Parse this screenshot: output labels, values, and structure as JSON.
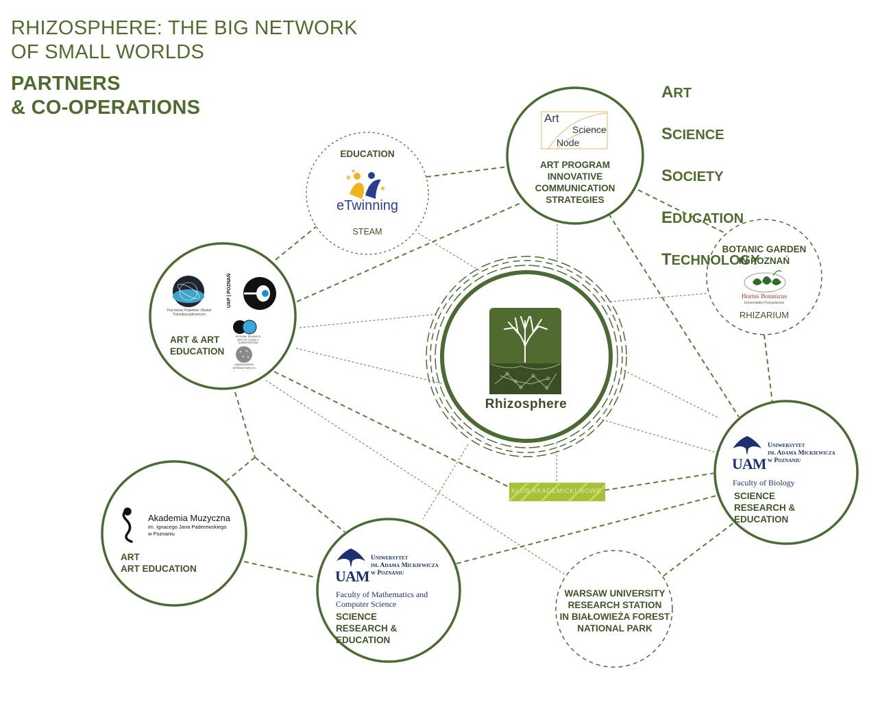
{
  "title": "RHIZOSPHERE: THE BIG NETWORK\nOF SMALL WORLDS",
  "subtitle": "PARTNERS\n& CO-OPERATIONS",
  "pillars": [
    {
      "first": "A",
      "rest": "RT"
    },
    {
      "first": "S",
      "rest": "CIENCE"
    },
    {
      "first": "S",
      "rest": "OCIETY"
    },
    {
      "first": "E",
      "rest": "DUCATION"
    },
    {
      "first": "T",
      "rest": "ECHNOLOGY"
    }
  ],
  "colors": {
    "primary": "#4f6b2f",
    "circle": "#4b6a34",
    "dashed": "#5c7a3e",
    "uam_blue": "#1d3170"
  },
  "nodes": {
    "center": {
      "logo_text": "Rhizosphere"
    },
    "etwinning": {
      "heading": "EDUCATION",
      "logo_text": "eTwinning",
      "footer": "STEAM"
    },
    "art_science_node": {
      "logo_art": "Art",
      "logo_science": "Science",
      "logo_node": "Node",
      "label": "ART PROGRAM\nINNOVATIVE\nCOMMUNICATION\nSTRATEGIES"
    },
    "botanic": {
      "heading": "BOTANIC GARDEN\nIN POZNAŃ",
      "logo_text": "Hortus Botanicus",
      "logo_sub": "Universitatis Posnaniensis",
      "footer": "RHIZARIUM"
    },
    "art_education": {
      "label": "ART & ART\nEDUCATION",
      "uap_text": "UAP | POZNAŃ",
      "logo1_caption": "Pracownia Projektów i Badań\nTransdyscyplinarnych",
      "logo2_caption": "WYDZIAŁ EDUKACJI\nARTYSTYCZNEJ I KURATORSTWA",
      "logo3_caption": "LABORATORIUM\nINTERAKTYWNYCH"
    },
    "akademia": {
      "name": "Akademia Muzyczna",
      "sub": "im. Ignacego Jana Paderewskiego\nw Poznaniu",
      "label": "ART\nART EDUCATION"
    },
    "uam_math": {
      "uam_name": "Uniwersytet\nim. Adama Mickiewicza\nw Poznaniu",
      "uam_mark": "UAM",
      "faculty": "Faculty of Mathematics and\nComputer Science",
      "label": "SCIENCE\nRESEARCH & EDUCATION"
    },
    "uam_bio": {
      "uam_name": "Uniwersytet\nim. Adama Mickiewicza\nw Poznaniu",
      "uam_mark": "UAM",
      "faculty": "Faculty of Biology",
      "label": "SCIENCE\nRESEARCH & EDUCATION"
    },
    "warsaw": {
      "label": "WARSAW UNIVERSITY\nRESEARCH STATION\nIN BIAŁOWIEŻA FOREST\nNATIONAL PARK"
    },
    "klub": {
      "logo_text": "KLUB AKADEMICKI NOWE"
    }
  }
}
